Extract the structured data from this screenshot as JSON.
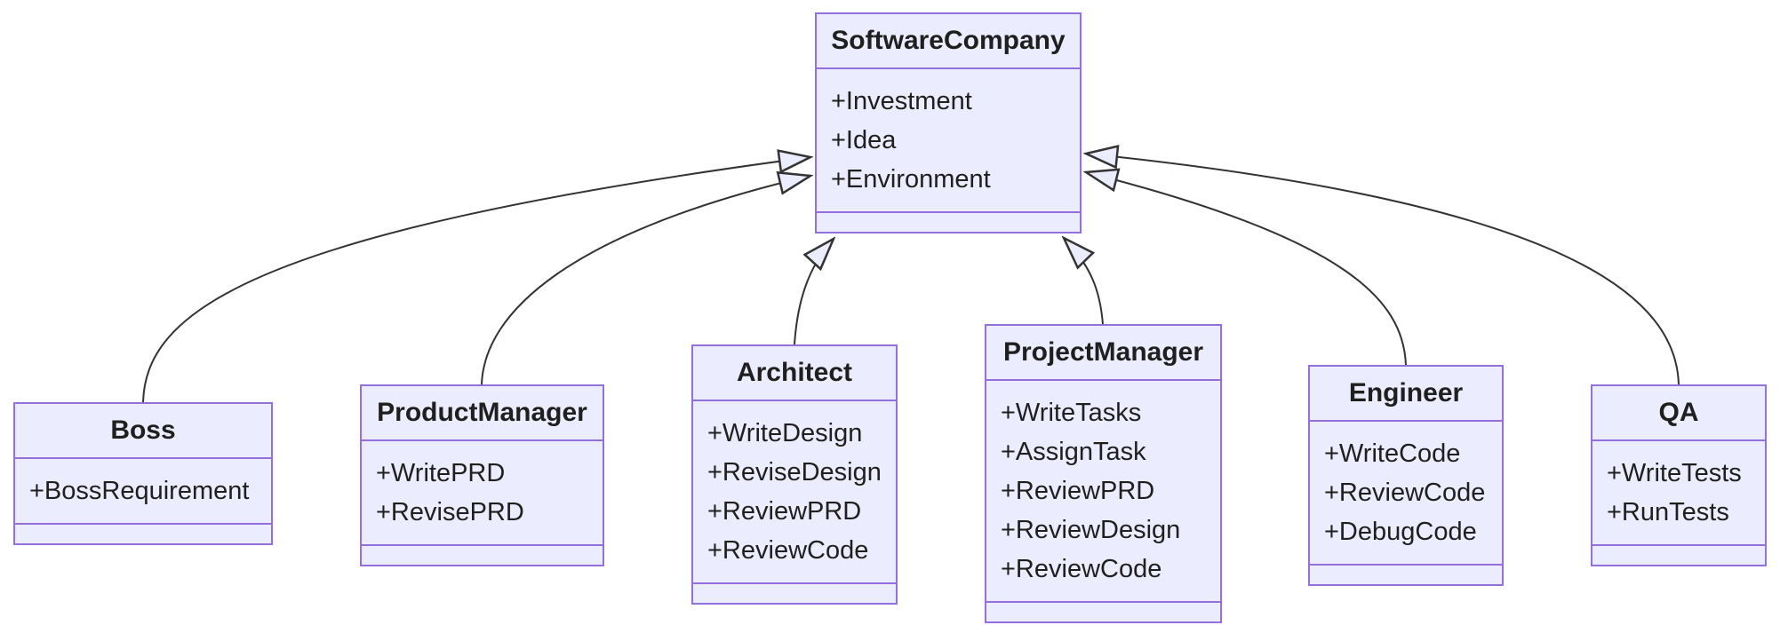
{
  "diagram": {
    "type": "uml-class-diagram",
    "colors": {
      "class_fill": "#ECECFF",
      "class_border": "#9370DB",
      "edge_line": "#333333",
      "text": "#1f1f1f",
      "background": "#ffffff"
    },
    "classes": [
      {
        "name": "SoftwareCompany",
        "attributes": [
          "+Investment",
          "+Idea",
          "+Environment"
        ],
        "methods": []
      },
      {
        "name": "Boss",
        "attributes": [
          "+BossRequirement"
        ],
        "methods": []
      },
      {
        "name": "ProductManager",
        "attributes": [
          "+WritePRD",
          "+RevisePRD"
        ],
        "methods": []
      },
      {
        "name": "Architect",
        "attributes": [
          "+WriteDesign",
          "+ReviseDesign",
          "+ReviewPRD",
          "+ReviewCode"
        ],
        "methods": []
      },
      {
        "name": "ProjectManager",
        "attributes": [
          "+WriteTasks",
          "+AssignTask",
          "+ReviewPRD",
          "+ReviewDesign",
          "+ReviewCode"
        ],
        "methods": []
      },
      {
        "name": "Engineer",
        "attributes": [
          "+WriteCode",
          "+ReviewCode",
          "+DebugCode"
        ],
        "methods": []
      },
      {
        "name": "QA",
        "attributes": [
          "+WriteTests",
          "+RunTests"
        ],
        "methods": []
      }
    ],
    "relations": [
      {
        "from": "Boss",
        "to": "SoftwareCompany",
        "type": "inheritance"
      },
      {
        "from": "ProductManager",
        "to": "SoftwareCompany",
        "type": "inheritance"
      },
      {
        "from": "Architect",
        "to": "SoftwareCompany",
        "type": "inheritance"
      },
      {
        "from": "ProjectManager",
        "to": "SoftwareCompany",
        "type": "inheritance"
      },
      {
        "from": "Engineer",
        "to": "SoftwareCompany",
        "type": "inheritance"
      },
      {
        "from": "QA",
        "to": "SoftwareCompany",
        "type": "inheritance"
      }
    ]
  }
}
